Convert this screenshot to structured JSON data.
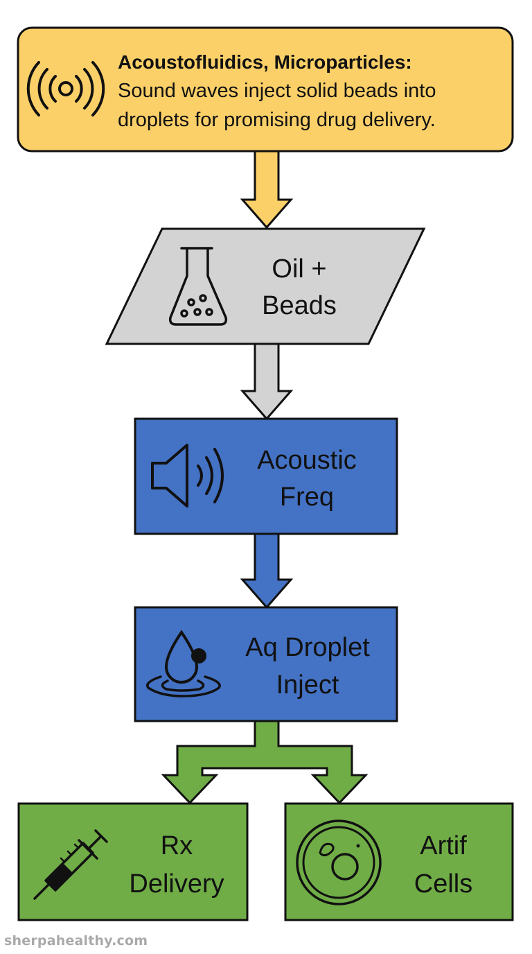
{
  "header": {
    "title": "Acoustofluidics, Microparticles:",
    "description_line1": "Sound waves inject solid beads into",
    "description_line2": "droplets for promising drug delivery."
  },
  "nodes": {
    "oil_beads": {
      "line1": "Oil +",
      "line2": "Beads"
    },
    "acoustic_freq": {
      "line1": "Acoustic",
      "line2": "Freq"
    },
    "droplet_inject": {
      "line1": "Aq Droplet",
      "line2": "Inject"
    },
    "rx_delivery": {
      "line1": "Rx",
      "line2": "Delivery"
    },
    "artif_cells": {
      "line1": "Artif",
      "line2": "Cells"
    }
  },
  "icons": {
    "header": "sound-waves-icon",
    "oil_beads": "flask-icon",
    "acoustic_freq": "speaker-icon",
    "droplet_inject": "droplet-icon",
    "rx_delivery": "syringe-icon",
    "artif_cells": "cell-icon"
  },
  "colors": {
    "header_fill": "#fbd068",
    "gray_fill": "#d3d3d3",
    "blue_fill": "#4472c4",
    "green_fill": "#70ad47",
    "outline": "#111111"
  },
  "footer": {
    "watermark": "sherpahealthy.com"
  }
}
